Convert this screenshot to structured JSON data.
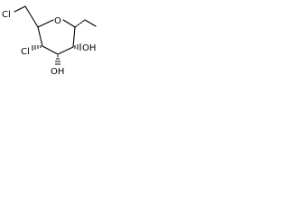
{
  "diagram": {
    "type": "chemical-structure",
    "line_color": "#000000",
    "background": "#ffffff",
    "atom_labels": {
      "chloro_left": "Cl",
      "chloro_ring": "Cl",
      "ring_oxygen": "O",
      "hydroxyl_lower": "OH",
      "hydroxyl_right": "OH"
    }
  }
}
